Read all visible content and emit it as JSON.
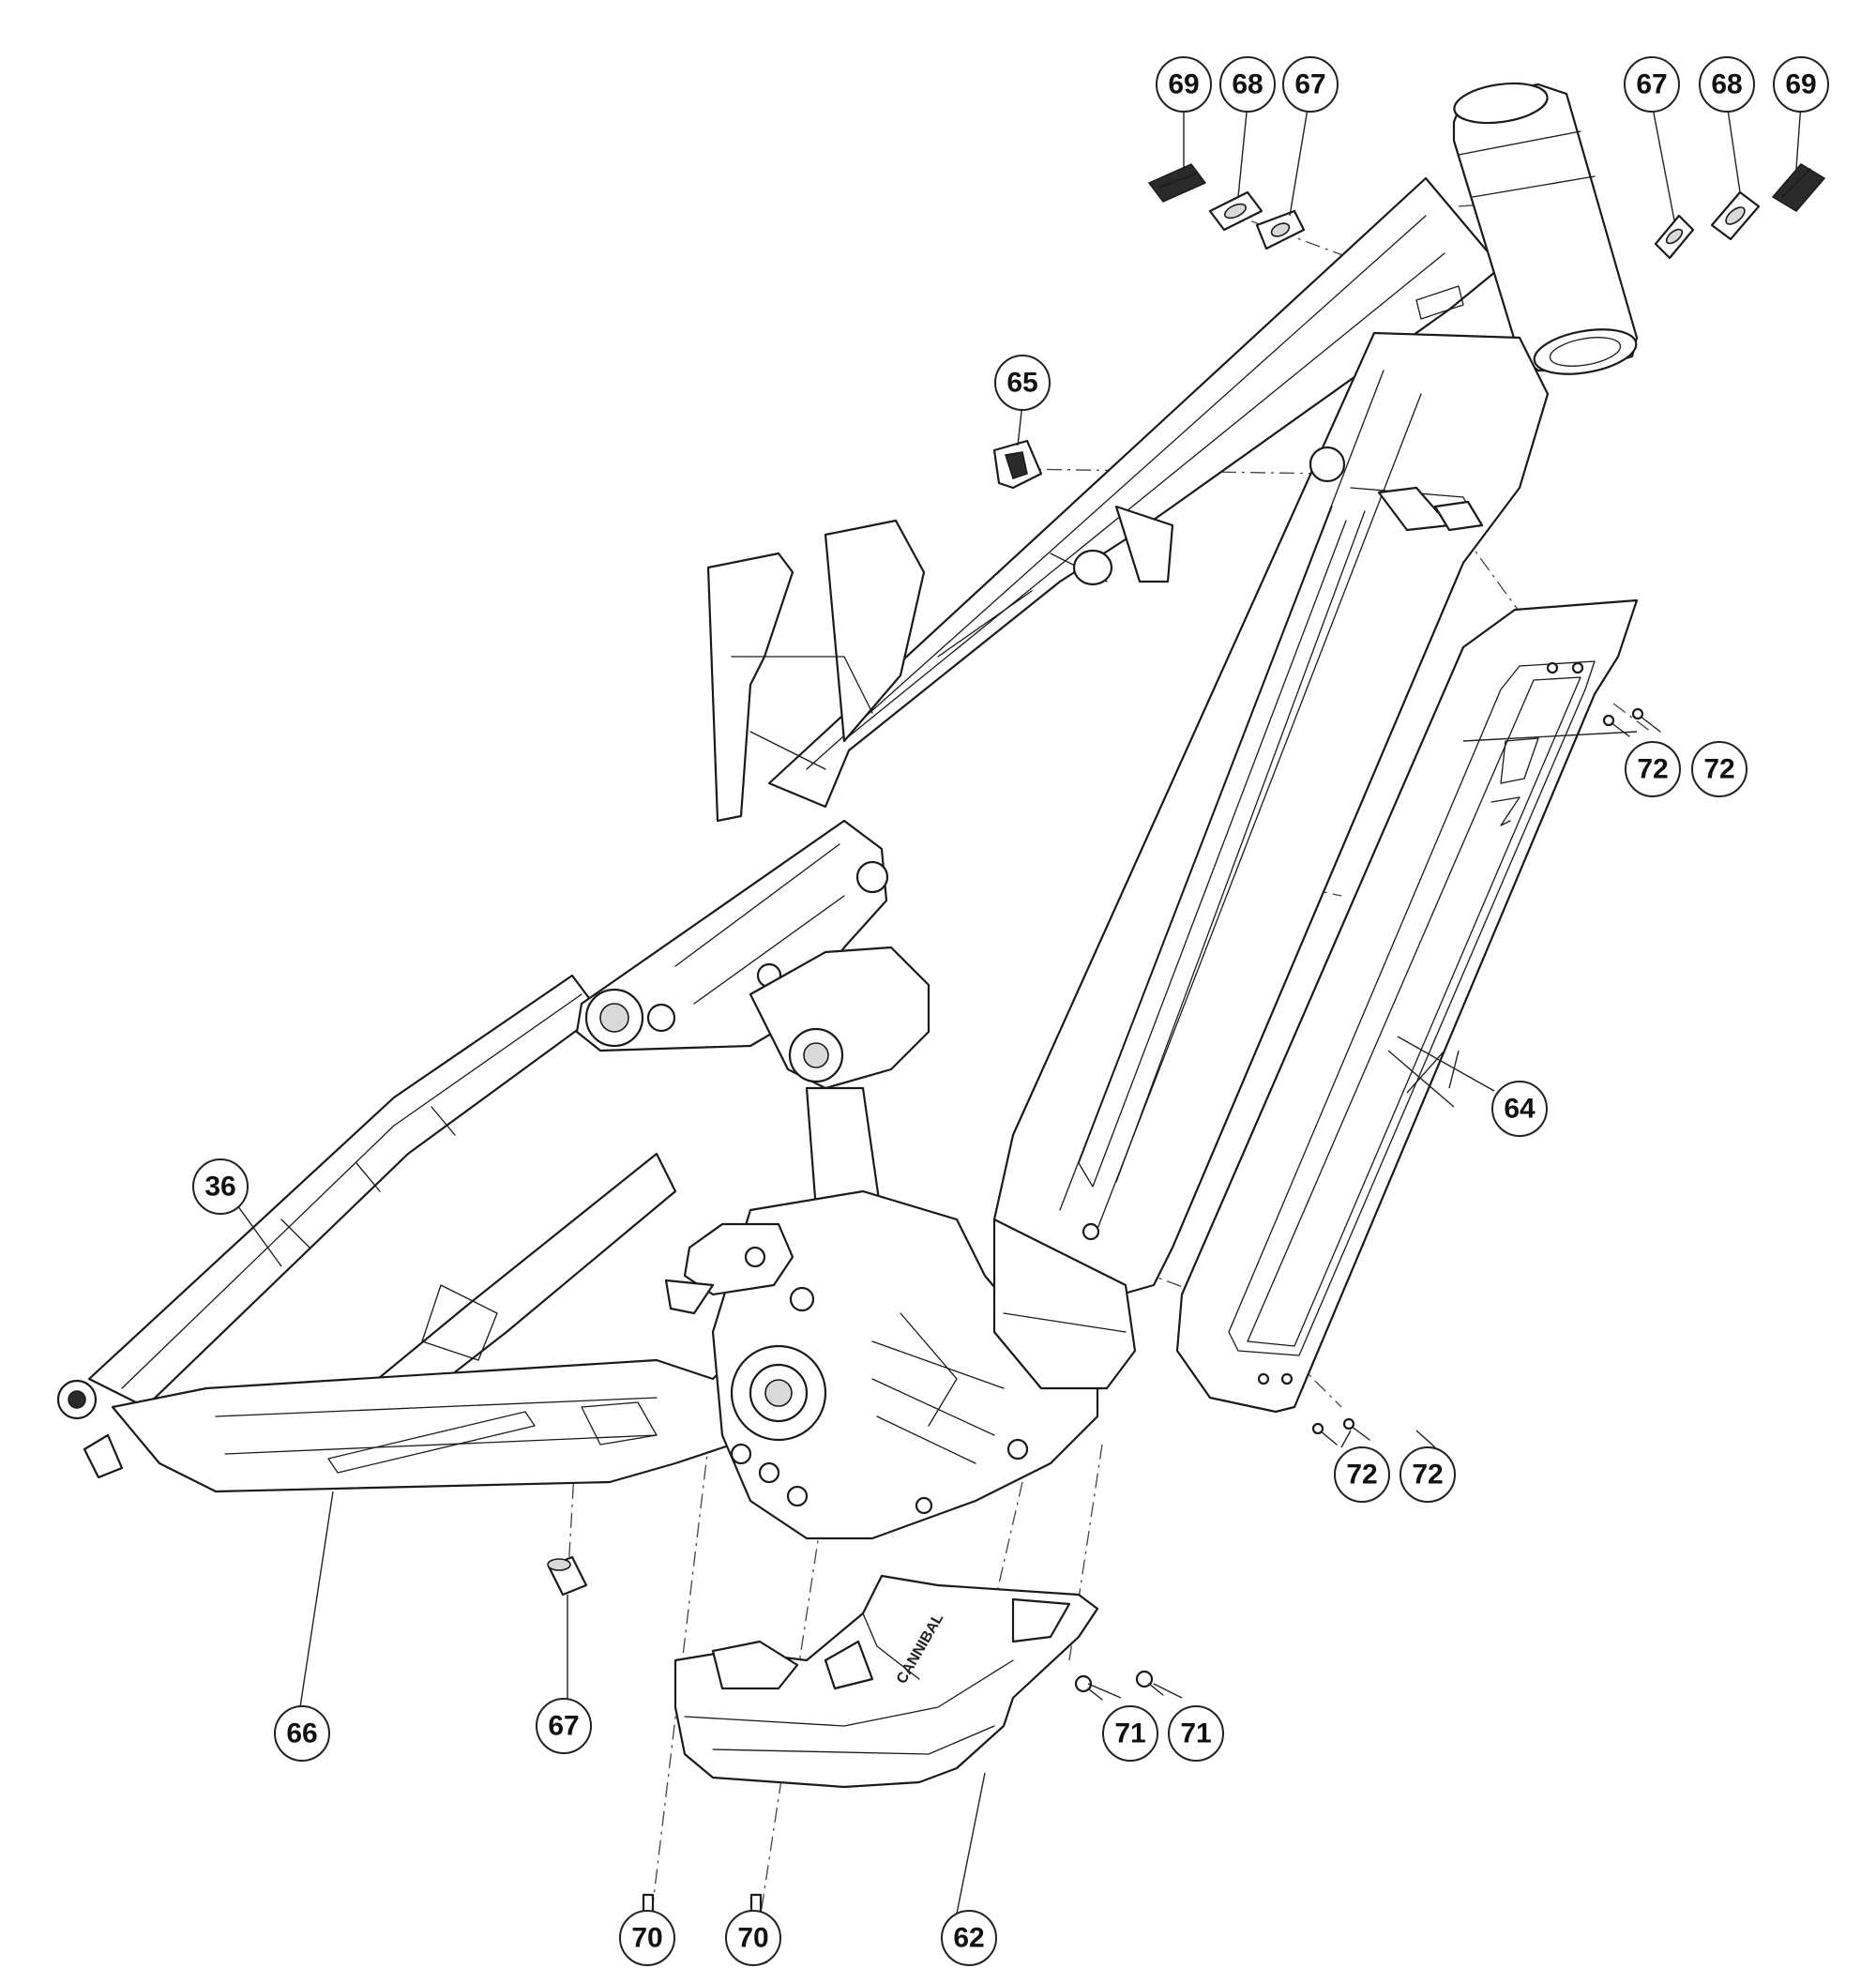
{
  "diagram": {
    "type": "exploded-parts-view",
    "brand_marking": "CANNIBAL",
    "callouts": [
      {
        "id": "c-69-left",
        "label": "69"
      },
      {
        "id": "c-68-left",
        "label": "68"
      },
      {
        "id": "c-67-left",
        "label": "67"
      },
      {
        "id": "c-67-right",
        "label": "67"
      },
      {
        "id": "c-68-right",
        "label": "68"
      },
      {
        "id": "c-69-right",
        "label": "69"
      },
      {
        "id": "c-65",
        "label": "65"
      },
      {
        "id": "c-72-a",
        "label": "72"
      },
      {
        "id": "c-72-b",
        "label": "72"
      },
      {
        "id": "c-64",
        "label": "64"
      },
      {
        "id": "c-36",
        "label": "36"
      },
      {
        "id": "c-72-c",
        "label": "72"
      },
      {
        "id": "c-72-d",
        "label": "72"
      },
      {
        "id": "c-66",
        "label": "66"
      },
      {
        "id": "c-67-bottom",
        "label": "67"
      },
      {
        "id": "c-71-a",
        "label": "71"
      },
      {
        "id": "c-71-b",
        "label": "71"
      },
      {
        "id": "c-70-a",
        "label": "70"
      },
      {
        "id": "c-70-b",
        "label": "70"
      },
      {
        "id": "c-62",
        "label": "62"
      }
    ]
  }
}
